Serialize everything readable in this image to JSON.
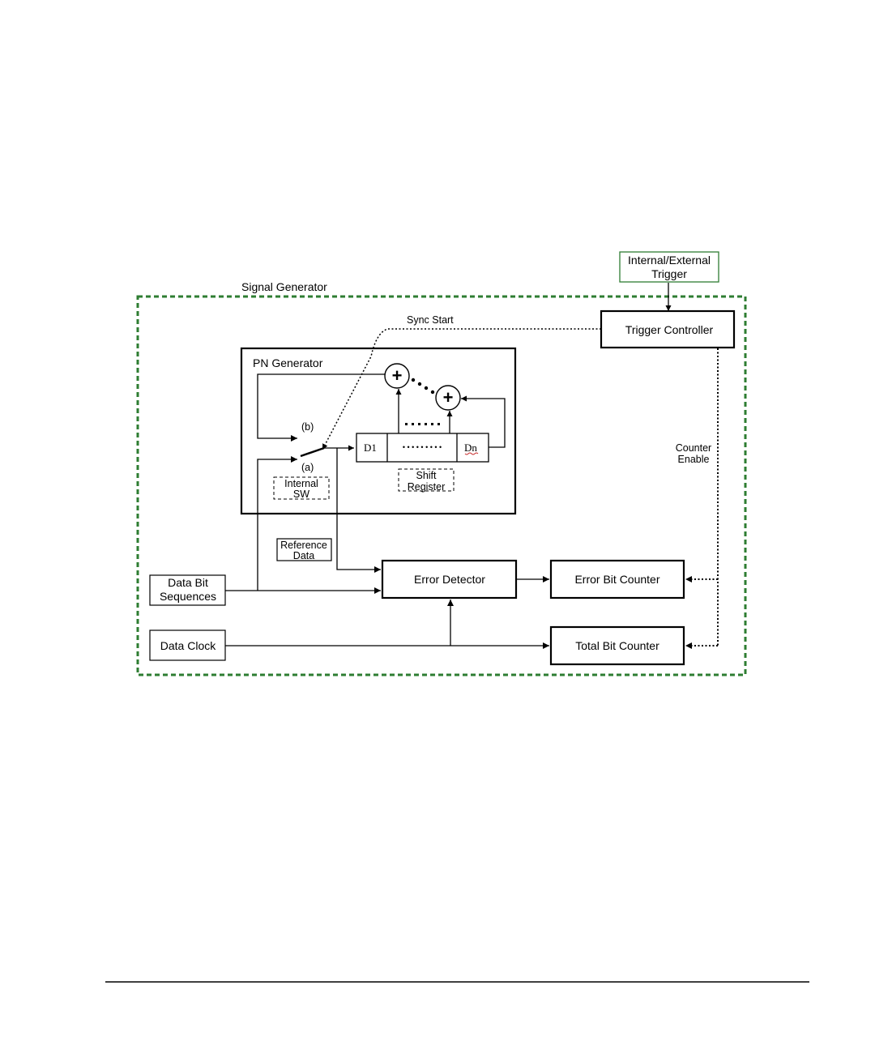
{
  "diagram": {
    "signal_generator_label": "Signal Generator",
    "trigger_source": {
      "line1": "Internal/External",
      "line2": "Trigger"
    },
    "trigger_controller": "Trigger Controller",
    "sync_start": "Sync Start",
    "pn_generator": "PN Generator",
    "switch_b": "(b)",
    "switch_a": "(a)",
    "internal_sw": {
      "line1": "Internal",
      "line2": "SW"
    },
    "register_first": "D1",
    "register_middle": "• • • • • • • • •",
    "register_last": "Dn",
    "shift_register": {
      "line1": "Shift",
      "line2": "Register"
    },
    "adder_symbol": "+",
    "counter_enable": {
      "line1": "Counter",
      "line2": "Enable"
    },
    "reference_data": {
      "line1": "Reference",
      "line2": "Data"
    },
    "data_bit_sequences": {
      "line1": "Data Bit",
      "line2": "Sequences"
    },
    "data_clock": "Data Clock",
    "error_detector": "Error Detector",
    "error_bit_counter": "Error Bit Counter",
    "total_bit_counter": "Total Bit Counter",
    "colors": {
      "signal_generator_border": "#2e7d32",
      "trigger_source_border": "#2e7d32",
      "ink": "#000000"
    }
  }
}
